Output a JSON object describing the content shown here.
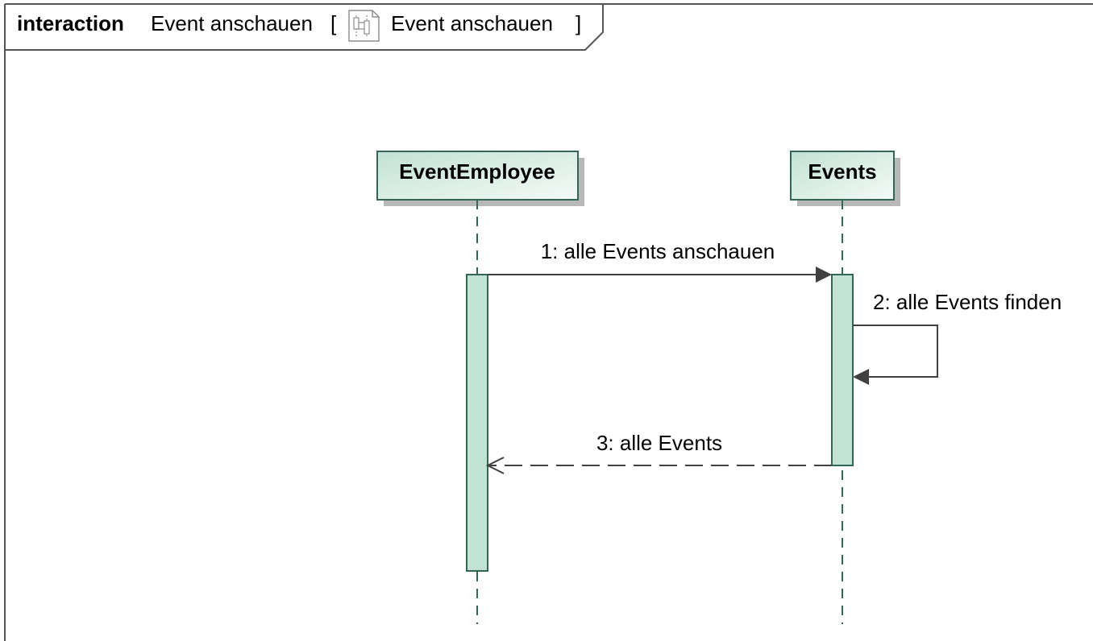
{
  "frame": {
    "keyword": "interaction",
    "name": "Event anschauen",
    "bracket_open": "[",
    "bracket_close": "]",
    "diagram_ref": "Event anschauen",
    "icon": "sequence-diagram-icon"
  },
  "lifelines": [
    {
      "label": "EventEmployee"
    },
    {
      "label": "Events"
    }
  ],
  "messages": [
    {
      "label": "1: alle Events anschauen",
      "kind": "synchronous-call"
    },
    {
      "label": "2: alle Events finden",
      "kind": "self-call"
    },
    {
      "label": "3: alle Events",
      "kind": "reply"
    }
  ],
  "colors": {
    "lifeline_fill": "#c2e2d3",
    "activation_fill": "#c2e2d3",
    "border": "#336655",
    "shadow": "#b8b8b8",
    "frame_border": "#555555",
    "arrow": "#404040"
  }
}
